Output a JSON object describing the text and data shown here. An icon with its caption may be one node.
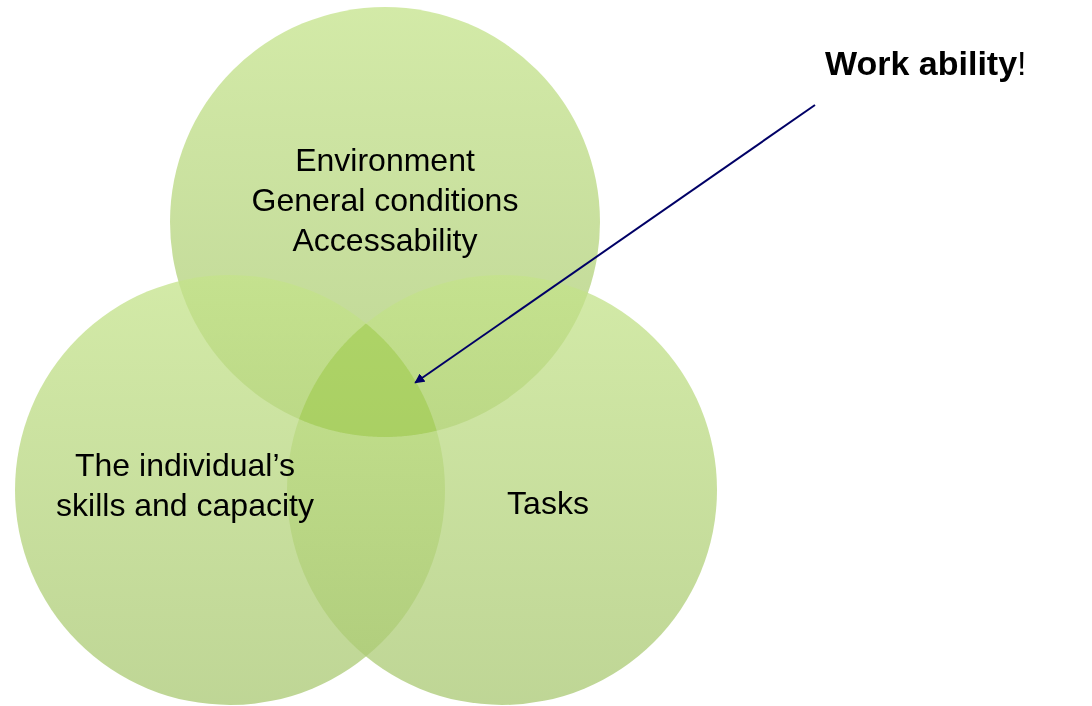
{
  "diagram": {
    "nodes": [
      {
        "text": [
          "Environment General conditions Accessability"
        ]
      },
      {
        "text": [
          "The individual’s skills and capacity"
        ]
      },
      {
        "text": [
          "Tasks"
        ]
      },
      {
        "text": [
          "**Work ability**!"
        ]
      },
      {
        "text": [],
        "shape": "region"
      }
    ],
    "edges": [
      {
        "from": 3,
        "to": 4,
        "arrow": "to",
        "color": "#000066"
      }
    ]
  }
}
